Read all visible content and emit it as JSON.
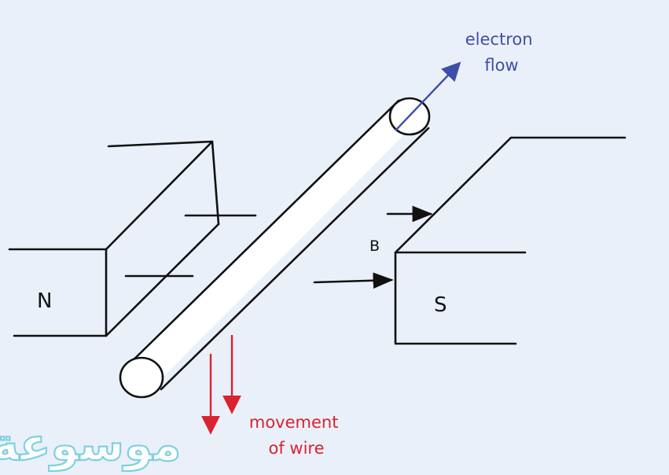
{
  "diagram": {
    "north_pole_label": "N",
    "south_pole_label": "S",
    "field_label": "B",
    "electron_flow_label": [
      "electron",
      "flow"
    ],
    "movement_label": [
      "movement",
      "of wire"
    ]
  },
  "watermark": {
    "text": "موسوعة"
  },
  "colors": {
    "background": "#eaf0fa",
    "lines": "#111111",
    "electron_arrow": "#3d4fa8",
    "movement_arrow": "#d9232e",
    "watermark_fill": "#ffffff",
    "watermark_stroke": "#7fd0e0"
  }
}
